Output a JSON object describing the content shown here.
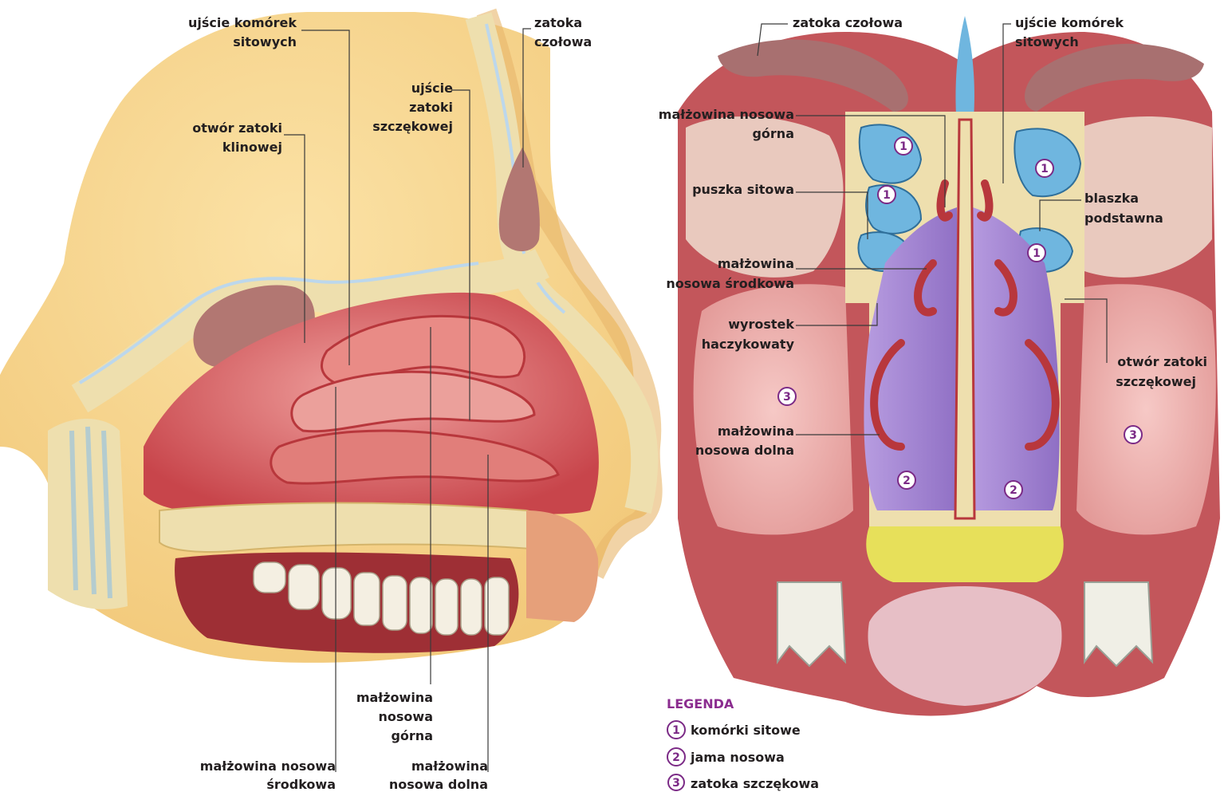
{
  "colors": {
    "skin": "#f6d58f",
    "bone": "#eedfae",
    "tissue": "#c8454b",
    "mucosa": "#e38b89",
    "sinus_blue": "#6fb6df",
    "cavity_purple": "#a58bd3",
    "legend_purple": "#8b2c8f"
  },
  "sagittal": {
    "labels": {
      "ethmoid_openings": [
        "ujście komórek",
        "sitowych"
      ],
      "frontal_sinus": [
        "zatoka",
        "czołowa"
      ],
      "maxillary_opening": [
        "ujście",
        "zatoki",
        "szczękowej"
      ],
      "sphenoid_opening": [
        "otwór zatoki",
        "klinowej"
      ],
      "superior_concha": [
        "małżowina",
        "nosowa",
        "górna"
      ],
      "middle_concha": [
        "małżowina nosowa",
        "środkowa"
      ],
      "inferior_concha": [
        "małżowina",
        "nosowa dolna"
      ]
    }
  },
  "coronal": {
    "labels": {
      "frontal_sinus": "zatoka czołowa",
      "ethmoid_openings": [
        "ujście komórek",
        "sitowych"
      ],
      "superior_concha": [
        "małżowina nosowa",
        "górna"
      ],
      "ethmoid_bulla": "puszka sitowa",
      "basal_lamella": [
        "blaszka",
        "podstawna"
      ],
      "middle_concha": [
        "małżowina",
        "nosowa środkowa"
      ],
      "uncinate_process": [
        "wyrostek",
        "haczykowaty"
      ],
      "maxillary_opening": [
        "otwór zatoki",
        "szczękowej"
      ],
      "inferior_concha": [
        "małżowina",
        "nosowa dolna"
      ]
    },
    "markers": {
      "ethmoid_cells": "1",
      "nasal_cavity": "2",
      "maxillary_sinus": "3"
    }
  },
  "legend": {
    "title": "LEGENDA",
    "items": [
      {
        "num": "1",
        "text": "komórki sitowe"
      },
      {
        "num": "2",
        "text": "jama nosowa"
      },
      {
        "num": "3",
        "text": "zatoka szczękowa"
      }
    ]
  }
}
